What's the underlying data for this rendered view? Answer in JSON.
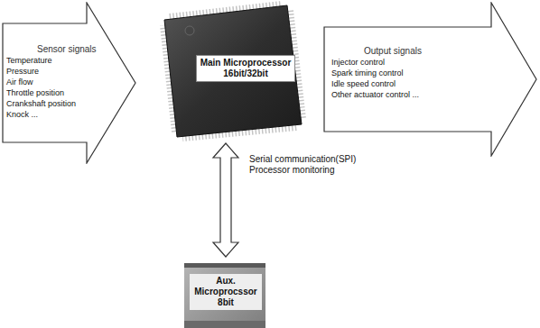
{
  "diagram": {
    "nodes": [
      {
        "text": [
          "Sensor signals",
          "Temperature",
          "Pressure",
          "Air flow",
          "Throttle position",
          "Crankshaft position",
          "Knock ..."
        ]
      },
      {
        "text": [
          "Main Microprocessor",
          "16bit/32bit"
        ]
      },
      {
        "text": [
          "Output signals",
          "Injector control",
          "Spark timing control",
          "Idle speed control",
          "Other actuator control ..."
        ]
      },
      {
        "text": [
          "Aux. Microprocssor",
          "8bit"
        ]
      }
    ],
    "edges": [
      {
        "from": 1,
        "to": 3,
        "arrow": "both",
        "label": "Serial communication(SPI) Processor monitoring"
      }
    ]
  }
}
